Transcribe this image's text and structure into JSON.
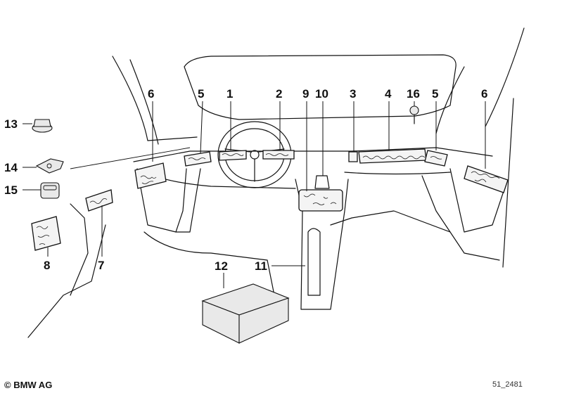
{
  "callouts": {
    "c1": "1",
    "c2": "2",
    "c3": "3",
    "c4": "4",
    "c5a": "5",
    "c5b": "5",
    "c6a": "6",
    "c6b": "6",
    "c7": "7",
    "c8": "8",
    "c9": "9",
    "c10": "10",
    "c11": "11",
    "c12": "12",
    "c13": "13",
    "c14": "14",
    "c15": "15",
    "c16": "16"
  },
  "footer": {
    "copyright": "© BMW AG",
    "drawing_id": "51_2481"
  }
}
